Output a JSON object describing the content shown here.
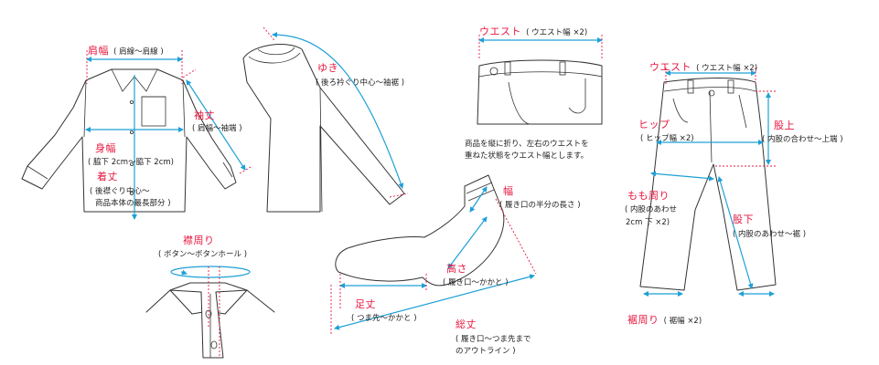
{
  "colors": {
    "title": "#e6183f",
    "measure": "#1ea0d6",
    "outline": "#333333"
  },
  "shirt": {
    "shoulder": {
      "title": "肩幅",
      "sub": "( 肩線～肩線 )"
    },
    "sleeve": {
      "title": "袖丈",
      "sub": "( 肩幅～袖端 )"
    },
    "body_width": {
      "title": "身幅",
      "sub": "( 脇下 2cm～脇下 2cm)"
    },
    "length": {
      "title": "着丈",
      "sub1": "( 後襟ぐり中心～",
      "sub2": "商品本体の最長部分 )"
    }
  },
  "raglan": {
    "yuki": {
      "title": "ゆき",
      "sub": "( 後ろ衿ぐり中心～袖裾 )"
    }
  },
  "collar": {
    "title": "襟周り",
    "sub": "( ボタン～ボタンホール )"
  },
  "sock": {
    "width": {
      "title": "幅",
      "sub": "( 履き口の半分の長さ )"
    },
    "height": {
      "title": "高さ",
      "sub": "( 履き口～かかと )"
    },
    "foot": {
      "title": "足丈",
      "sub": "( つま先～かかと )"
    },
    "total": {
      "title": "総丈",
      "sub1": "( 履き口～つま先まで",
      "sub2": "のアウトライン )"
    }
  },
  "waist_small": {
    "title": "ウエスト",
    "sub": "( ウエスト幅 ×2)"
  },
  "note": {
    "line1": "商品を縦に折り、左右のウエストを",
    "line2": "重ねた状態をウエスト幅とします。"
  },
  "pants": {
    "waist": {
      "title": "ウエスト",
      "sub": "( ウエスト幅 ×2)"
    },
    "hip": {
      "title": "ヒップ",
      "sub": "( ヒップ幅 ×2)"
    },
    "rise": {
      "title": "股上",
      "sub": "( 内股の合わせ～上端 )"
    },
    "thigh": {
      "title": "もも周り",
      "sub1": "( 内股のあわせ",
      "sub2": "2cm 下 ×2)"
    },
    "inseam": {
      "title": "股下",
      "sub": "( 内股のあわせ～裾 )"
    },
    "hem": {
      "title": "裾周り",
      "sub": "( 裾幅 ×2)"
    }
  }
}
